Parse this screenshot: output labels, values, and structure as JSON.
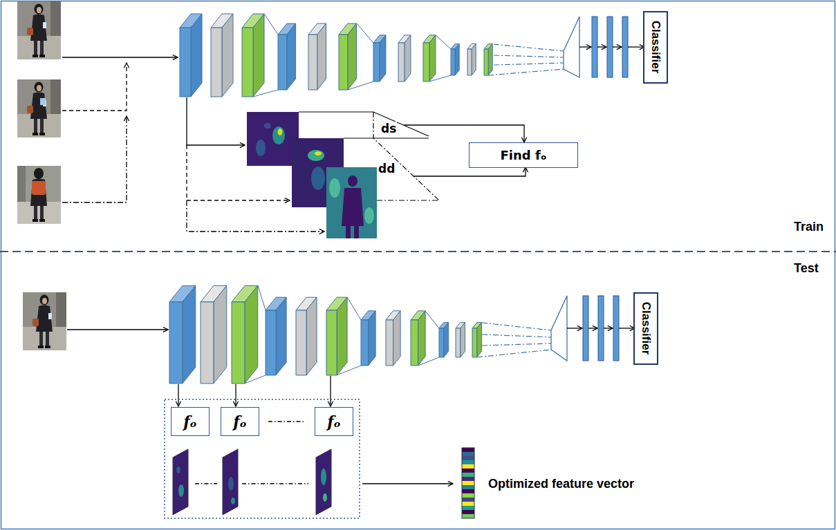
{
  "diagram": {
    "nodes": [
      {
        "text": [
          "Classifier"
        ]
      },
      {
        "text": [
          "Find fₒ"
        ]
      },
      {
        "text": [
          "Classifier"
        ]
      },
      {
        "text": [
          "fₒ"
        ]
      },
      {
        "text": [
          "fₒ"
        ]
      },
      {
        "text": [
          "fₒ"
        ]
      }
    ],
    "labels": [
      "ds",
      "dd",
      "Train",
      "Test",
      "Optimized feature vector"
    ]
  }
}
